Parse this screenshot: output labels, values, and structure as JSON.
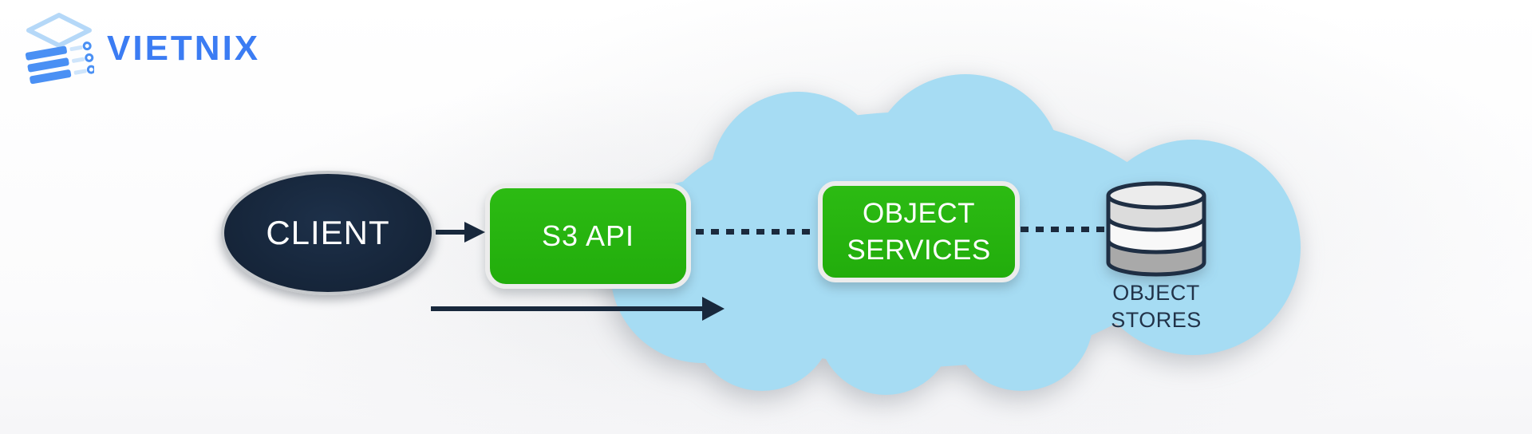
{
  "brand": {
    "name": "VIETNIX",
    "icon": "layer-stack-icon",
    "color": "#3b7cf3"
  },
  "nodes": {
    "client": {
      "label": "CLIENT",
      "shape": "ellipse",
      "fill": "#152438"
    },
    "s3api": {
      "label": "S3 API",
      "shape": "rounded-rect",
      "fill": "#27b410"
    },
    "object_services": {
      "line1": "OBJECT",
      "line2": "SERVICES",
      "shape": "rounded-rect",
      "fill": "#27b410"
    },
    "object_stores": {
      "line1": "OBJECT",
      "line2": "STORES",
      "icon": "database-cylinder-icon"
    }
  },
  "edges": {
    "client_to_s3api": "solid-arrow",
    "s3api_to_object_services": "dotted-line",
    "object_services_to_object_stores": "dotted-line",
    "client_to_cloud": "long-solid-arrow"
  },
  "colors": {
    "node_green": "#27b410",
    "dark_navy": "#18283c",
    "cloud_blue": "#a6dcf3",
    "cylinder_grays": [
      "#ececec",
      "#dcdcdc",
      "#f8f8f8",
      "#a9a9a9"
    ]
  }
}
